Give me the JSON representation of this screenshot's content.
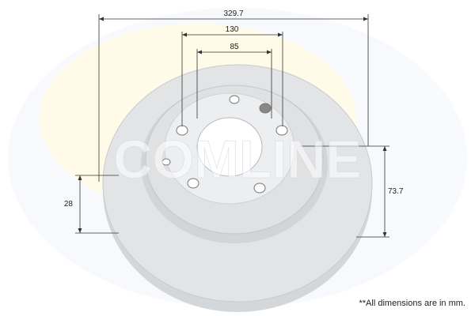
{
  "watermark": "COMLINE",
  "dimensions": {
    "outer_diameter": "329.7",
    "pcd_outer": "130",
    "center_bore": "85",
    "thickness": "28",
    "height": "73.7"
  },
  "note": "**All dimensions are in mm.",
  "colors": {
    "disc": "#e4e6e8",
    "watermark_yellow": "#fff6cc",
    "watermark_blue": "#eef2fa"
  }
}
